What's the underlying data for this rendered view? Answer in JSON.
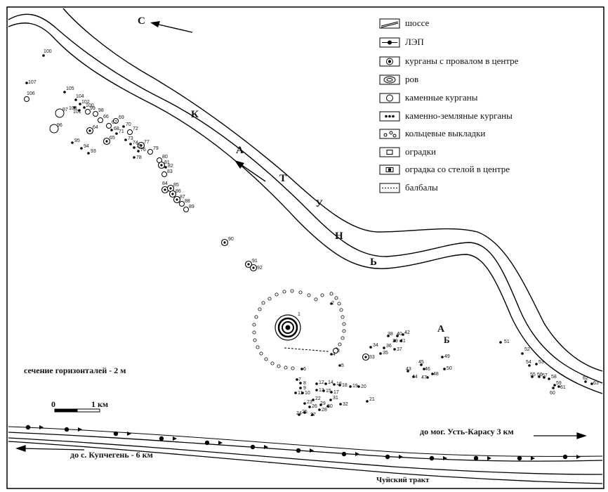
{
  "north_label": "С",
  "river_letters": [
    "К",
    "А",
    "Т",
    "У",
    "Н",
    "Ь"
  ],
  "legend": [
    {
      "icon": "highway-icon",
      "label": "шоссе"
    },
    {
      "icon": "powerline-icon",
      "label": "ЛЭП"
    },
    {
      "icon": "kurgan-sinkhole-icon",
      "label": "курганы с провалом в центре"
    },
    {
      "icon": "moat-icon",
      "label": "ров"
    },
    {
      "icon": "stone-kurgan-icon",
      "label": "каменные курганы"
    },
    {
      "icon": "stone-earth-kurgan-icon",
      "label": "каменно-земляные курганы"
    },
    {
      "icon": "ring-layout-icon",
      "label": "кольцевые выкладки"
    },
    {
      "icon": "enclosure-icon",
      "label": "оградки"
    },
    {
      "icon": "enclosure-stele-icon",
      "label": "оградка со стелой в центре"
    },
    {
      "icon": "balbal-icon",
      "label": "балбалы"
    }
  ],
  "contour_note": "сечение горизонталей - 2 м",
  "scale": {
    "zero": "0",
    "one": "1 км"
  },
  "dist_right": "до мог. Усть-Карасу 3 км",
  "dist_left": "до с. Купчегень - 6 км",
  "road_name": "Чуйский тракт",
  "site_letters": {
    "a": "А",
    "b": "Б"
  },
  "sites": {
    "s100": "100",
    "s107": "107",
    "s106": "106",
    "s105": "105",
    "s104": "104",
    "s102": "102",
    "s103": "103",
    "s101": "101",
    "s100b": "100",
    "s99": "99",
    "s98": "98",
    "s97": "97",
    "s96": "96",
    "s66": "66",
    "s67": "67",
    "s68": "68",
    "s69": "69",
    "s70": "70",
    "s64": "64",
    "s71": "71",
    "s72": "72",
    "s65": "65",
    "s95": "95",
    "s94": "94",
    "s93": "93",
    "s73": "73",
    "s74": "74",
    "s75": "75",
    "s76": "76",
    "s77": "77",
    "s78": "78",
    "s79": "79",
    "s80": "80",
    "s81": "81",
    "s82": "82",
    "s83": "83",
    "s84": "84",
    "s85": "85",
    "s86": "86",
    "s87": "87",
    "s88": "88",
    "s89": "89",
    "s90": "90",
    "s91": "91",
    "s92": "92",
    "s1": "1",
    "s2": "2",
    "s3": "3",
    "s4": "4",
    "s5": "5",
    "s6": "6",
    "s7": "7",
    "s8": "8",
    "s9": "9",
    "s10": "10",
    "s11": "11",
    "s12": "12",
    "s13": "13",
    "s14": "14",
    "s15": "15",
    "s16": "16",
    "s17": "17",
    "s18": "18",
    "s19": "19",
    "s20": "20",
    "s21": "21",
    "s22": "22",
    "s23": "23",
    "s24": "24",
    "s25": "25",
    "s26": "26",
    "s27": "27",
    "s28": "28",
    "s29": "29",
    "s30": "30",
    "s31": "31",
    "s32": "32",
    "s33": "33",
    "s34": "34",
    "s35": "35",
    "s36": "36",
    "s37": "37",
    "s38": "38",
    "s39": "39",
    "s40": "40",
    "s41": "41",
    "s42": "42",
    "s43": "43",
    "s44": "44",
    "s45": "45",
    "s46": "46",
    "s47": "47",
    "s48": "48",
    "s49": "49",
    "s50": "50",
    "s51": "51",
    "s52": "52",
    "s53": "53",
    "s54": "54",
    "s55": "55",
    "s56": "56",
    "s57": "57",
    "s58": "58",
    "s59": "59",
    "s60": "60",
    "s61": "61",
    "s62": "62",
    "s63": "63"
  }
}
